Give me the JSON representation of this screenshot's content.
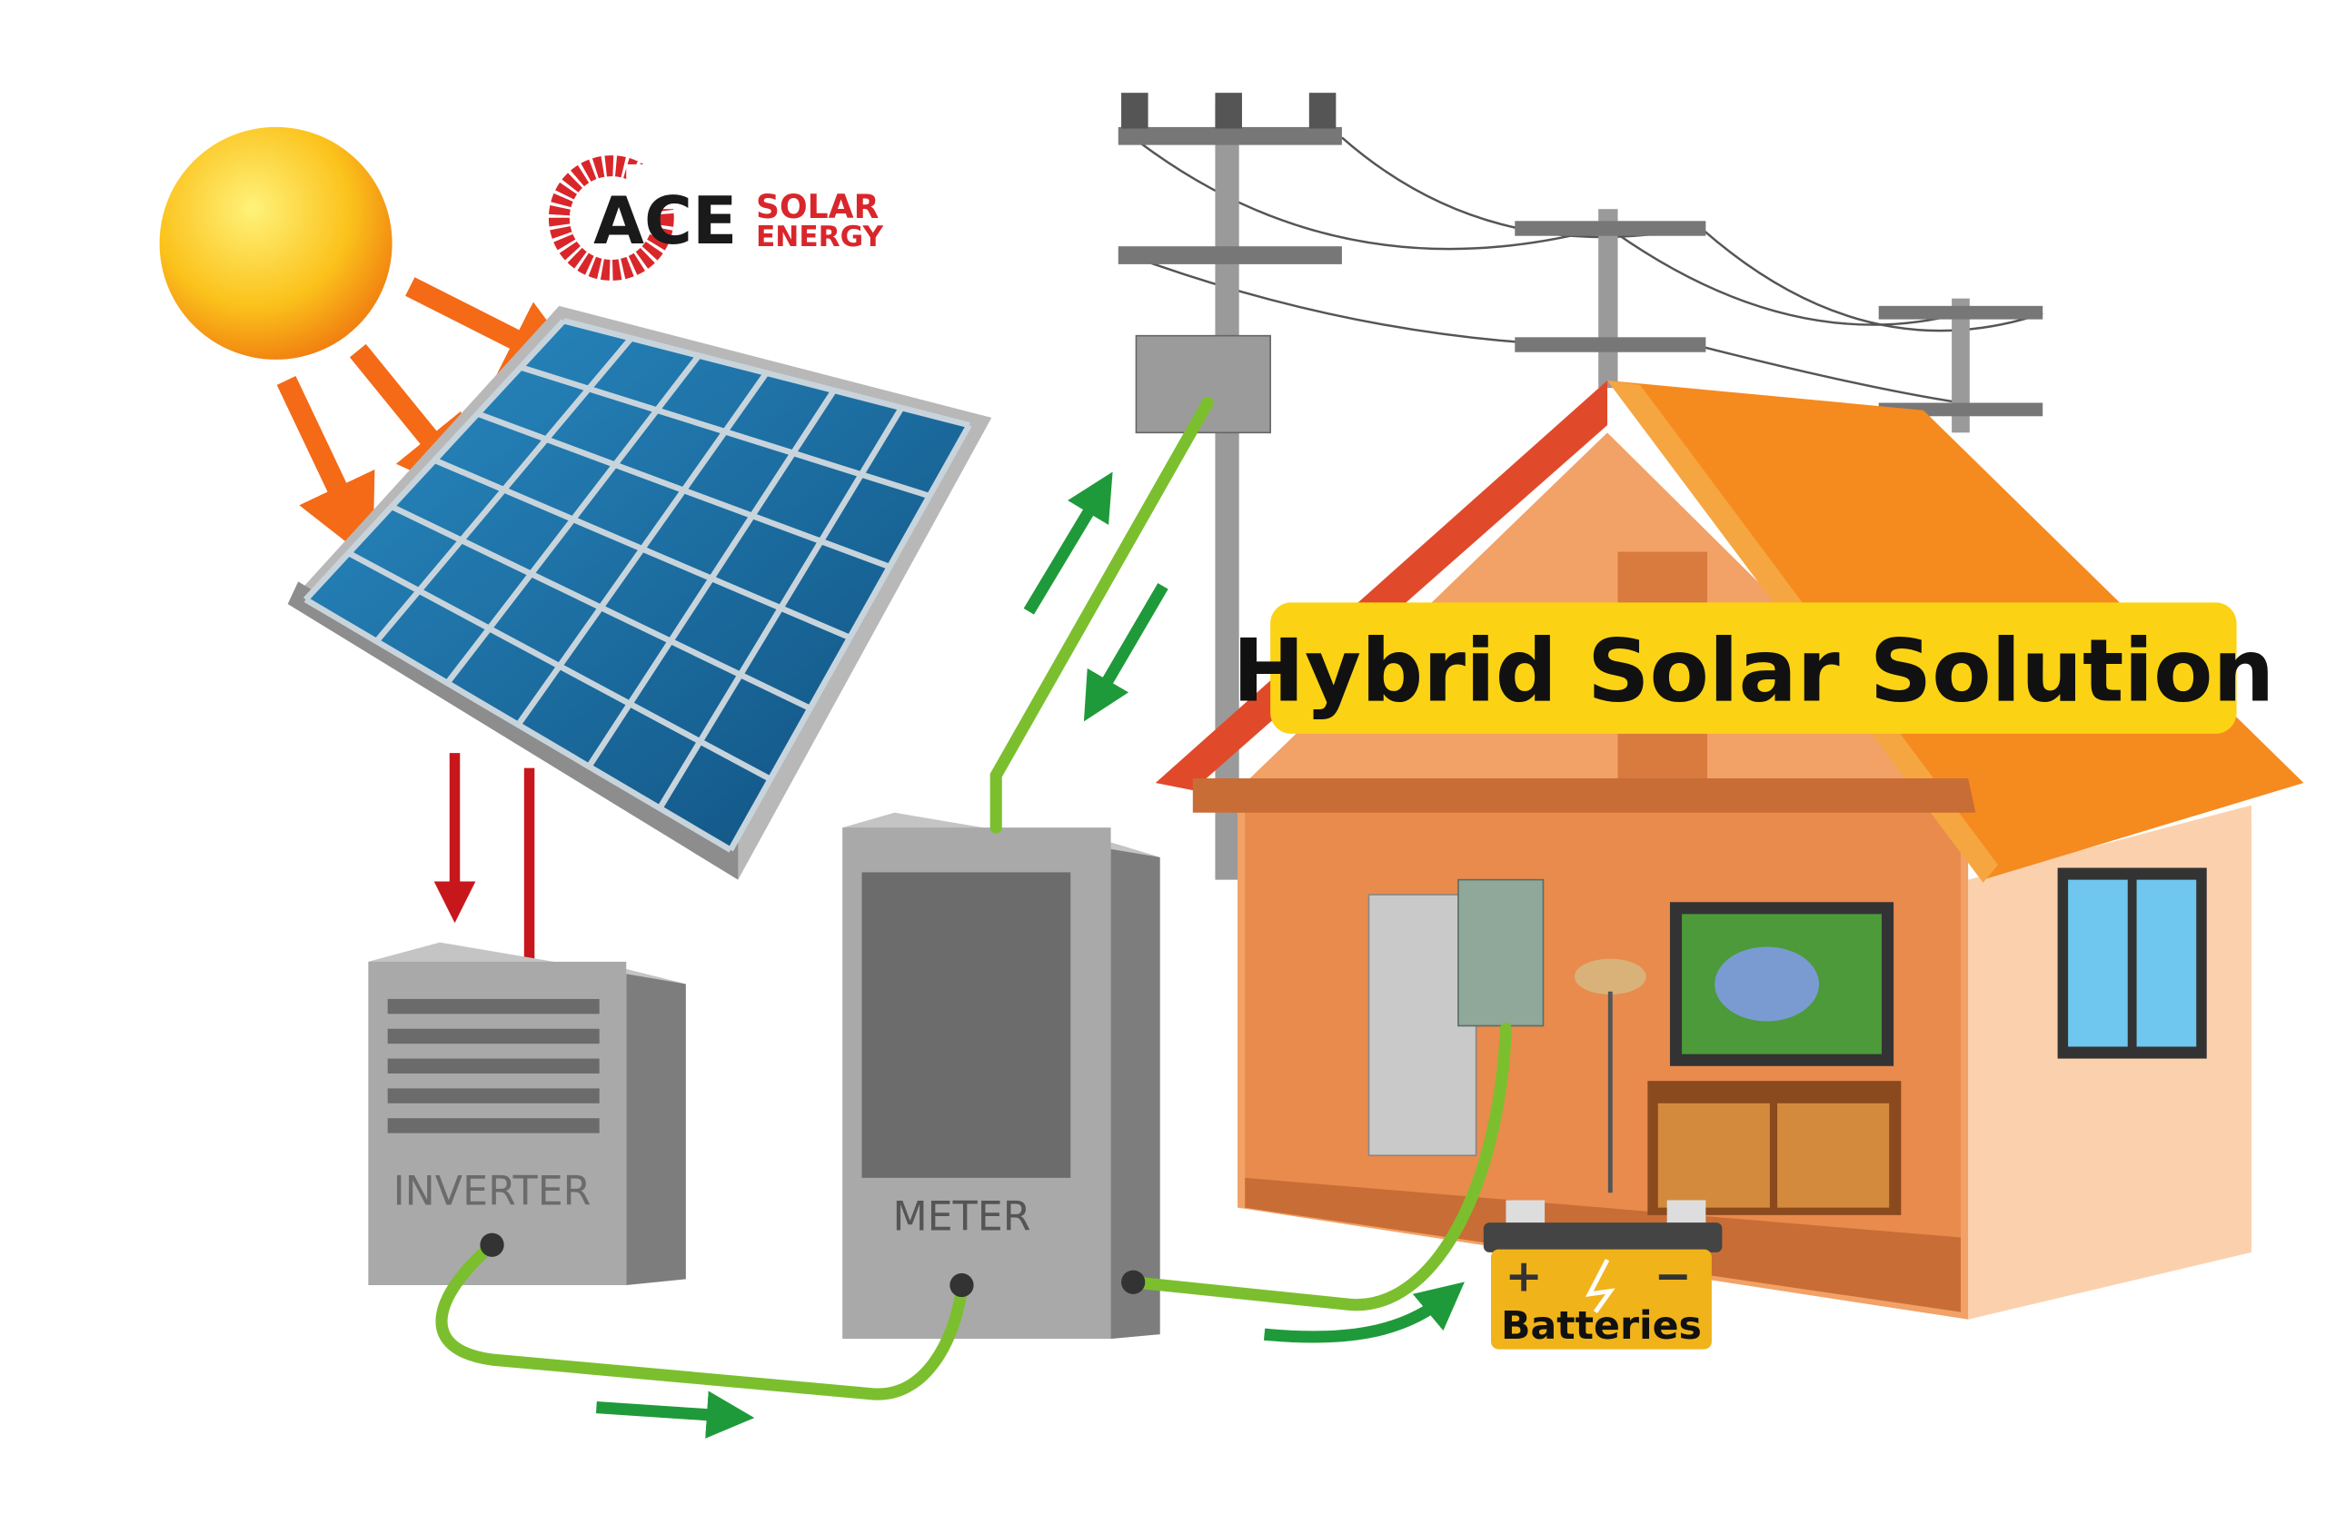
{
  "title": "Hybrid Solar Solution",
  "logo": {
    "mark": "ACE",
    "line1": "SOLAR",
    "line2": "ENERGY"
  },
  "labels": {
    "inverter": "INVERTER",
    "meter": "METER",
    "batteries": "Batteries"
  },
  "battery_symbols": {
    "plus": "+",
    "minus": "−"
  },
  "colors": {
    "banner": "#fbd314",
    "logo_red": "#d9262b",
    "cable": "#7cbf2e",
    "flow_arrow": "#1f9a3a",
    "sun_arrow": "#f46a16",
    "dc_arrow": "#c8161d",
    "battery": "#f0b31a",
    "roof": "#f58a1f",
    "panel": "#1b6fa3"
  }
}
